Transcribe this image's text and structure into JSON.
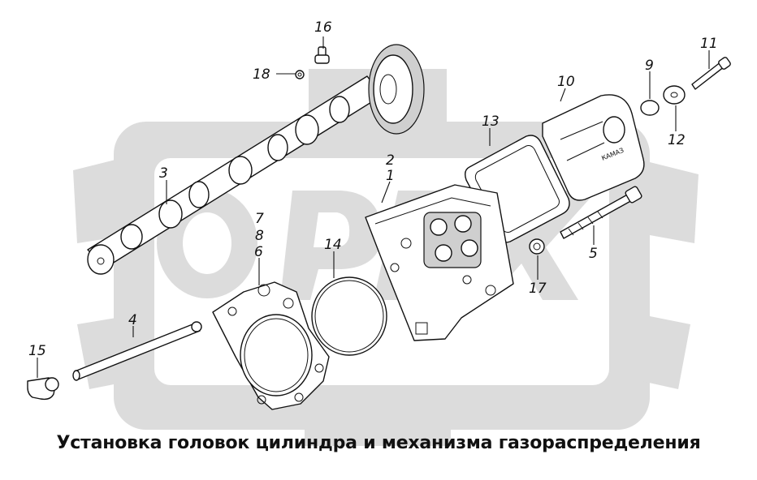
{
  "caption": "Установка головок цилиндра и механизма газораспределения",
  "watermark": {
    "brand": "OPEX",
    "color": "#dcdcdc"
  },
  "callouts": {
    "c1": "1",
    "c2": "2",
    "c3": "3",
    "c4": "4",
    "c5": "5",
    "c6": "6",
    "c7": "7",
    "c8": "8",
    "c9": "9",
    "c10": "10",
    "c11": "11",
    "c12": "12",
    "c13": "13",
    "c14": "14",
    "c15": "15",
    "c16": "16",
    "c17": "17",
    "c18": "18"
  },
  "cover_marking": "КАМАЗ"
}
